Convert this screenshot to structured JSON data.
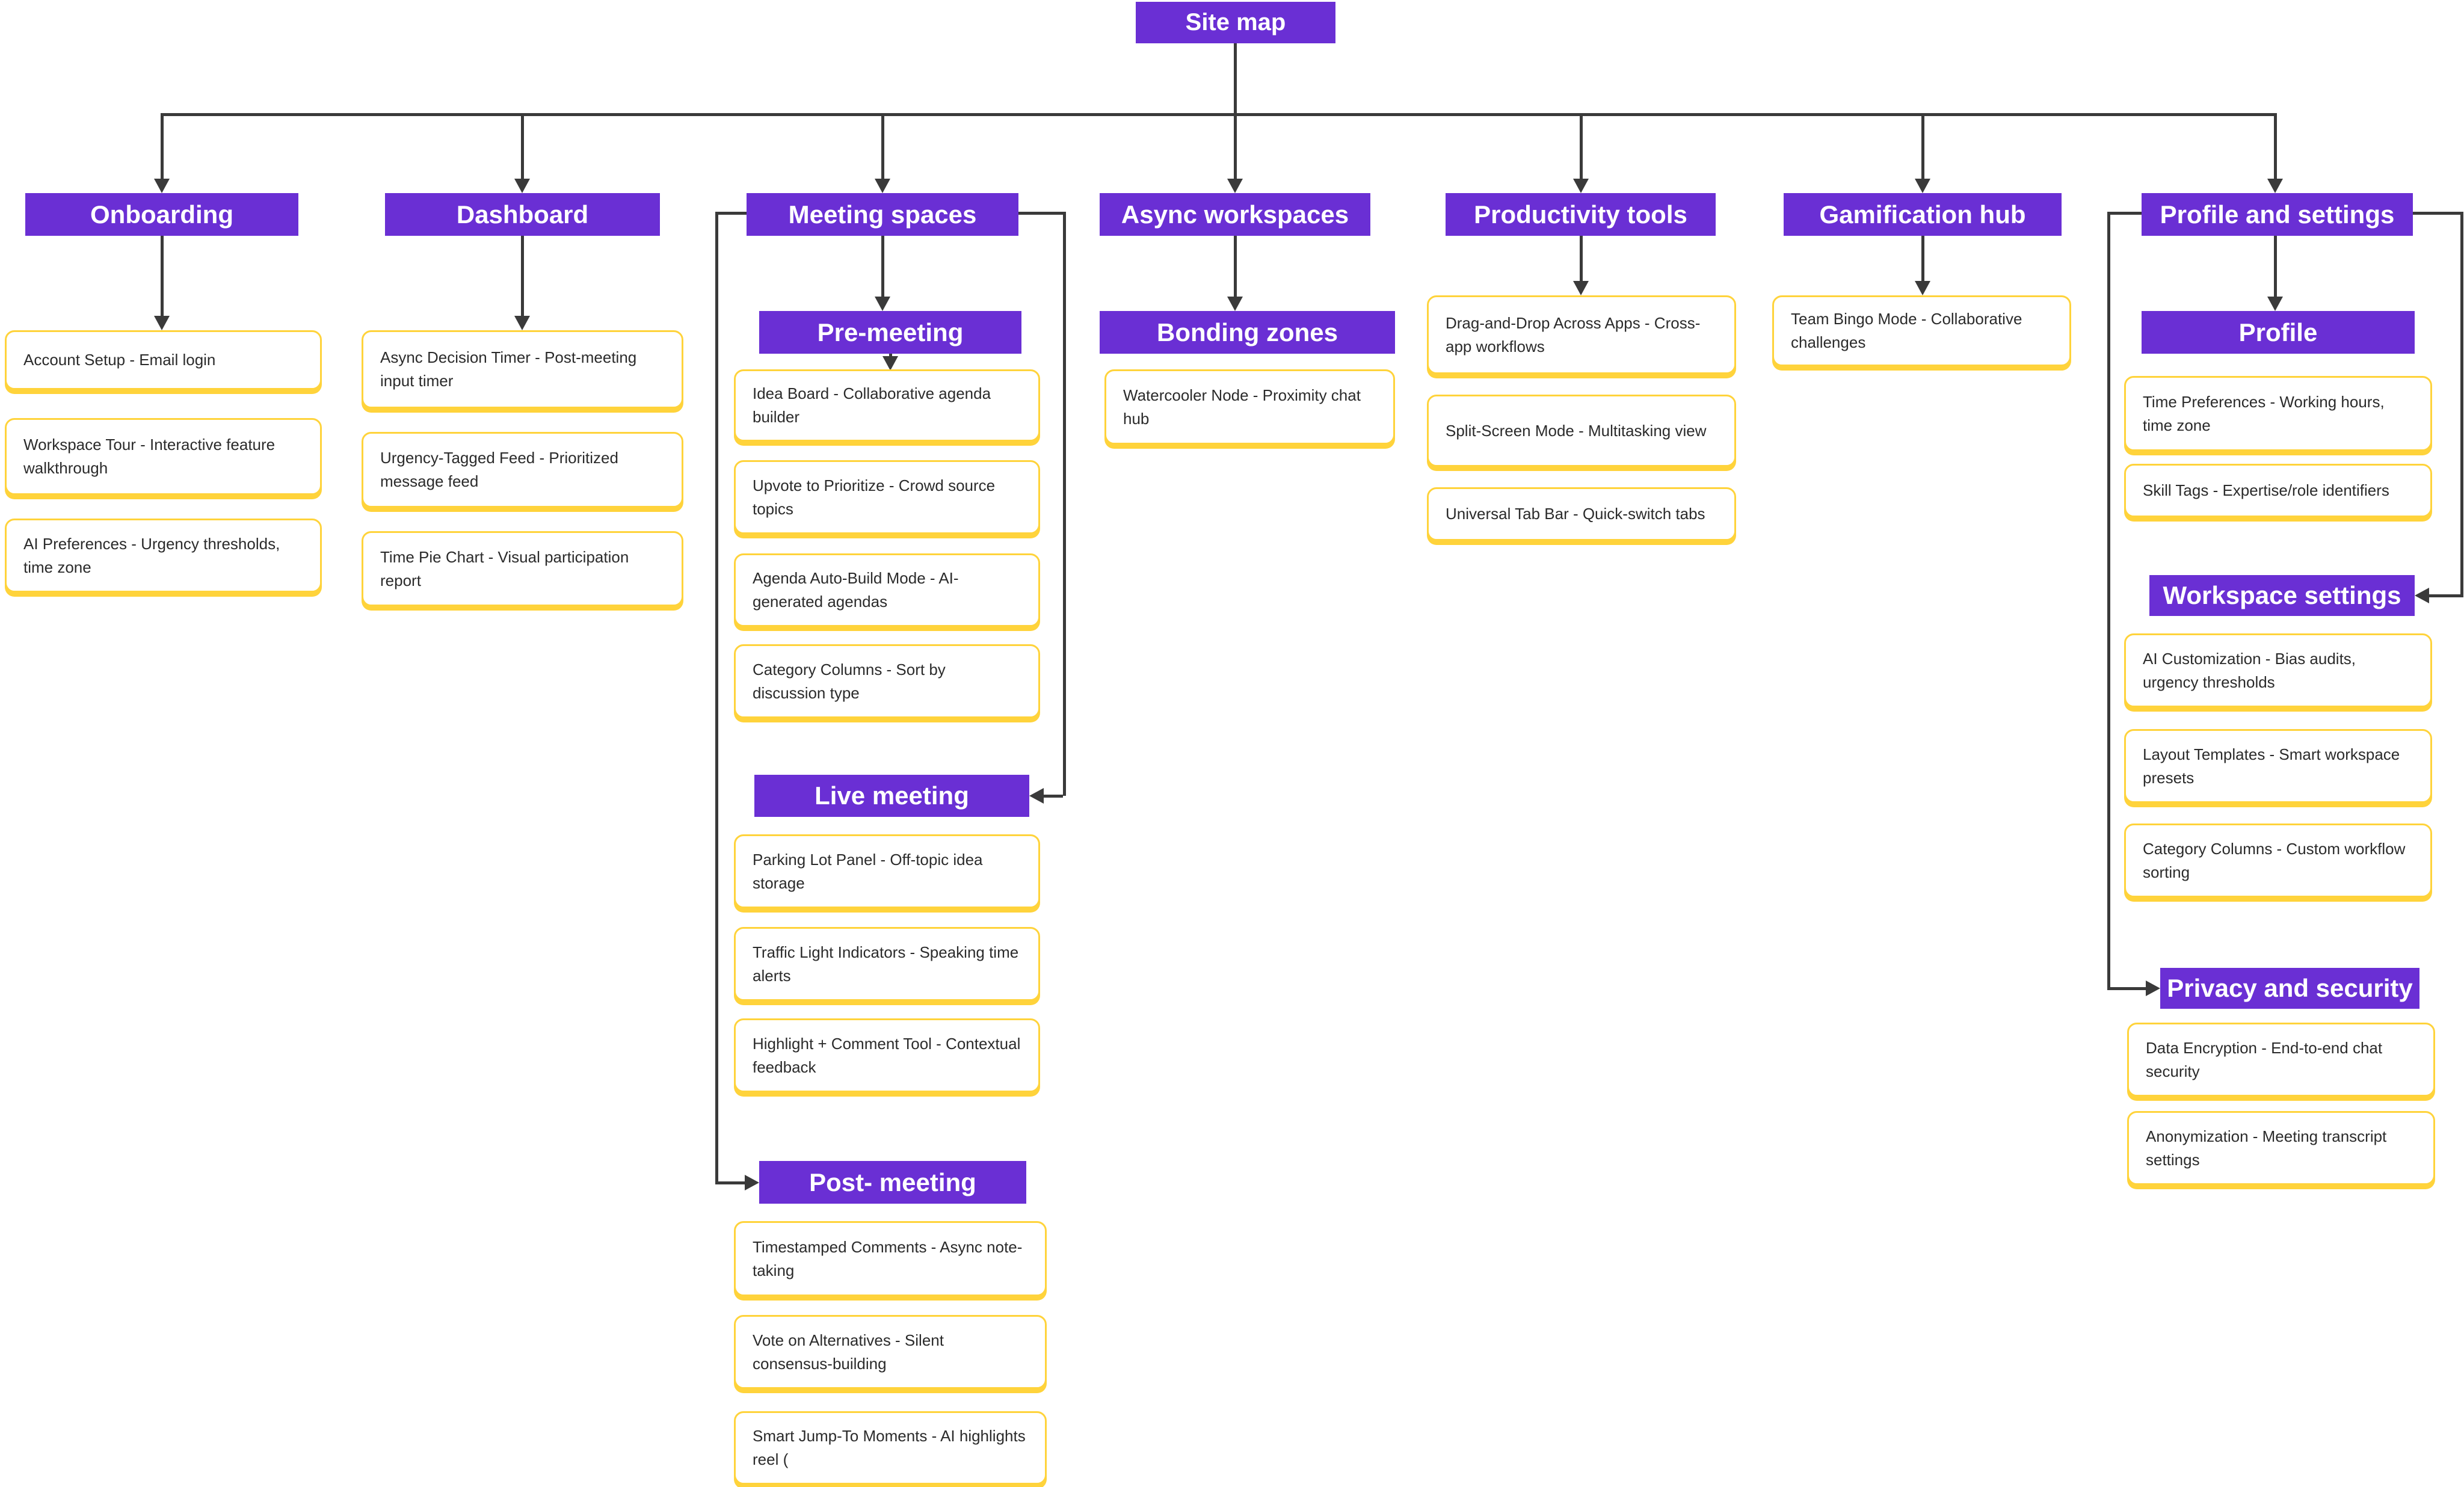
{
  "title": "Site map",
  "colors": {
    "header_purple": "#6A2FD4",
    "card_border_yellow": "#FFD33B",
    "connector_gray": "#3A3A3A"
  },
  "branches": [
    {
      "label": "Onboarding",
      "items": [
        "Account Setup - Email login",
        "Workspace Tour - Interactive feature walkthrough",
        "AI Preferences - Urgency thresholds, time zone"
      ]
    },
    {
      "label": "Dashboard",
      "items": [
        "Async Decision Timer - Post-meeting input timer",
        "Urgency-Tagged Feed - Prioritized message feed",
        "Time Pie Chart - Visual participation report"
      ]
    },
    {
      "label": "Meeting spaces",
      "sections": [
        {
          "label": "Pre-meeting",
          "items": [
            "Idea Board - Collaborative agenda builder",
            "Upvote to Prioritize - Crowd source topics",
            "Agenda Auto-Build Mode - AI-generated agendas",
            "Category Columns - Sort by discussion type"
          ]
        },
        {
          "label": "Live meeting",
          "items": [
            "Parking Lot Panel - Off-topic idea storage",
            "Traffic Light Indicators - Speaking time alerts",
            "Highlight + Comment Tool - Contextual feedback"
          ]
        },
        {
          "label": "Post- meeting",
          "items": [
            "Timestamped Comments - Async note-taking",
            "Vote on Alternatives - Silent consensus-building",
            "Smart Jump-To Moments - AI highlights reel ("
          ]
        }
      ]
    },
    {
      "label": "Async workspaces",
      "sections": [
        {
          "label": "Bonding zones",
          "items": [
            "Watercooler Node - Proximity chat hub"
          ]
        }
      ]
    },
    {
      "label": "Productivity tools",
      "items": [
        "Drag-and-Drop Across Apps - Cross-app workflows",
        "Split-Screen Mode - Multitasking view",
        "Universal Tab Bar - Quick-switch tabs"
      ]
    },
    {
      "label": "Gamification hub",
      "items": [
        "Team Bingo Mode - Collaborative challenges"
      ]
    },
    {
      "label": "Profile and settings",
      "sections": [
        {
          "label": "Profile",
          "items": [
            "Time Preferences - Working hours, time zone",
            "Skill Tags - Expertise/role identifiers"
          ]
        },
        {
          "label": "Workspace settings",
          "items": [
            "AI Customization - Bias audits, urgency thresholds",
            "Layout Templates - Smart workspace presets",
            "Category Columns - Custom workflow sorting"
          ]
        },
        {
          "label": "Privacy and security",
          "items": [
            "Data Encryption - End-to-end chat security",
            "Anonymization - Meeting transcript settings"
          ]
        }
      ]
    }
  ]
}
